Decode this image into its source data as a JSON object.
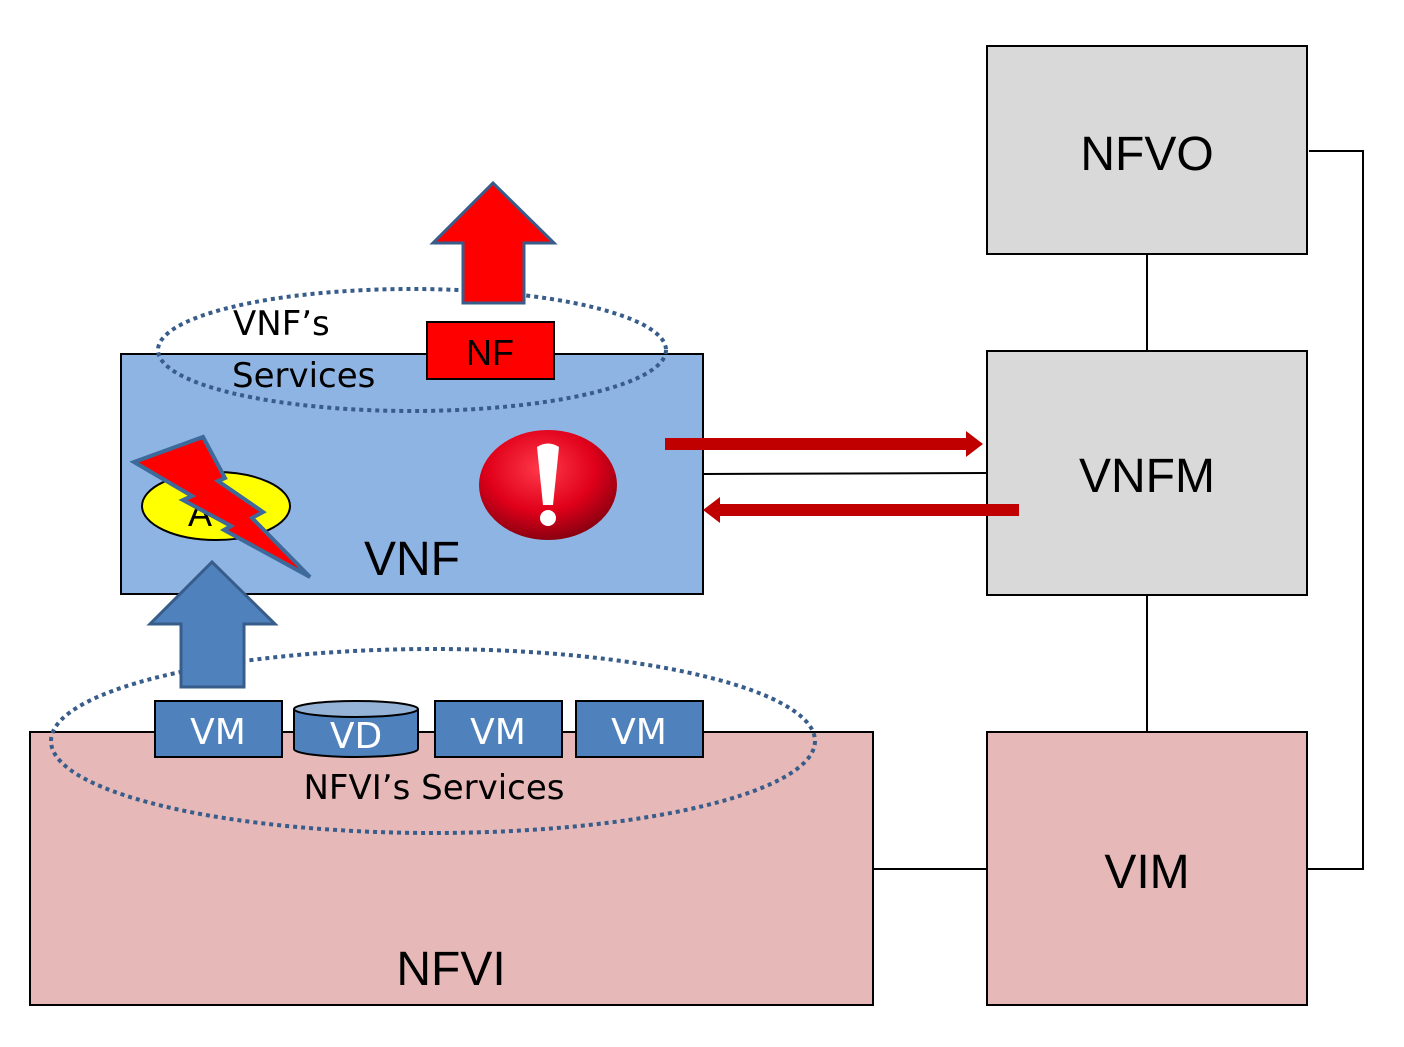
{
  "diagram": {
    "title": "NFV fault propagation",
    "colors": {
      "vnf_fill": "#8EB4E3",
      "nfvi_fill": "#E6B9B8",
      "mano_fill": "#D9D9D9",
      "vim_fill": "#E6B9B8",
      "vm_fill": "#4F81BD",
      "vm_border": "#385D8A",
      "nf_fill": "#FF0000",
      "arrow_red": "#C00000",
      "lightning_fill": "#FF0000",
      "ellipse_yellow": "#FFFF00",
      "dotted_outline": "#385D8A"
    },
    "boxes": {
      "nfvo": "NFVO",
      "vnfm": "VNFM",
      "vim": "VIM",
      "vnf": "VNF",
      "nfvi": "NFVI",
      "nf": "NF"
    },
    "service_groups": {
      "vnf_services_line1": "VNF’s",
      "vnf_services_line2": "Services",
      "nfvi_services": "NFVI’s Services"
    },
    "nfvi_resources": [
      "VM",
      "VD",
      "VM",
      "VM"
    ],
    "fault_component_label": "A",
    "icons": {
      "fault": "lightning-bolt-icon",
      "alarm": "exclamation-alarm-icon",
      "service_up_red": "up-arrow-icon",
      "service_up_blue": "up-arrow-icon",
      "notify_arrow": "right-arrow-icon",
      "response_arrow": "left-arrow-icon"
    }
  }
}
